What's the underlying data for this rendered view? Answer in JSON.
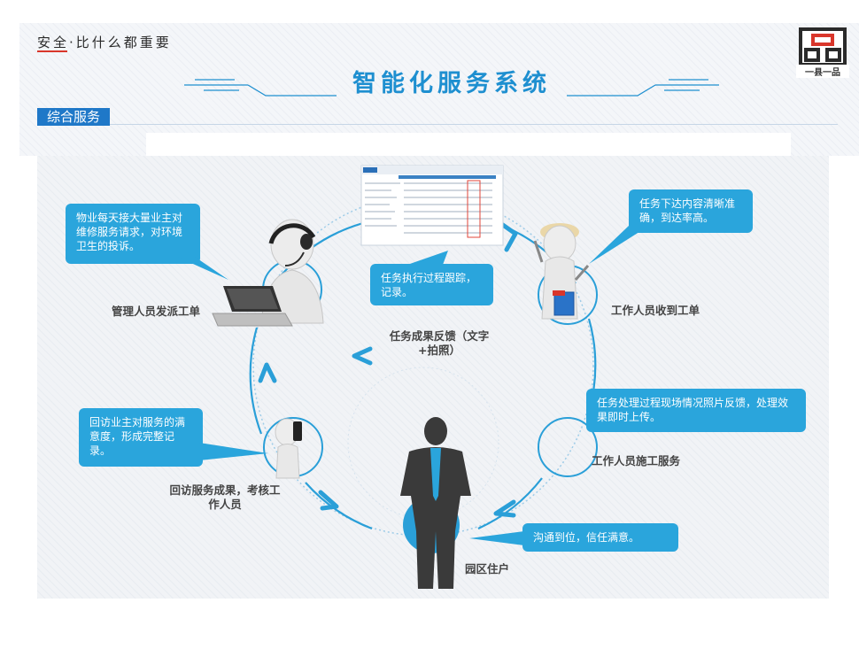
{
  "header": {
    "slogan": "安全·比什么都重要",
    "title": "智能化服务系统",
    "section_label": "综合服务",
    "logo_caption": "一县一品"
  },
  "colors": {
    "accent_blue": "#1e8fd0",
    "bubble_blue": "#2aa5dc",
    "label_bg": "#1f78c8",
    "slogan_underline": "#d9362b"
  },
  "diagram": {
    "nodes": {
      "dispatch": "管理人员发派工单",
      "receive": "工作人员收到工单",
      "construct": "工作人员施工服务",
      "resident": "园区住户",
      "revisit": "回访服务成果，考核工作人员",
      "feedback": "任务成果反馈（文字+拍照）"
    },
    "bubbles": {
      "complaints": "物业每天接大量业主对维修服务请求，对环境卫生的投诉。",
      "tracking": "任务执行过程跟踪，记录。",
      "clear_task": "任务下达内容清晰准确，到达率高。",
      "onsite_photo": "任务处理过程现场情况照片反馈，处理效果即时上传。",
      "satisfaction": "回访业主对服务的满意度，形成完整记录。",
      "communication": "沟通到位，信任满意。"
    },
    "icons": [
      "headset-operator-icon",
      "laptop-icon",
      "software-screenshot-icon",
      "worker-with-toolbox-icon",
      "businessman-icon",
      "phone-caller-icon",
      "cycle-arrow-icon"
    ]
  }
}
